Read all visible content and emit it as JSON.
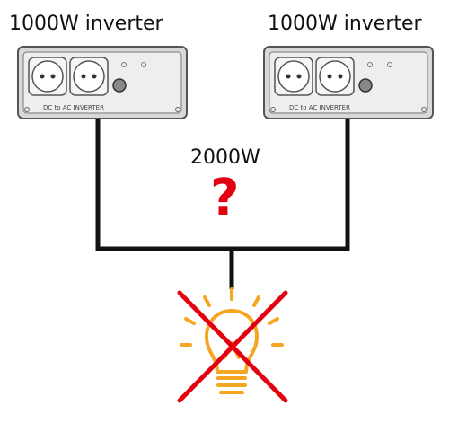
{
  "inverters": [
    {
      "title": "1000W inverter",
      "panel_text": "DC to AC INVERTER"
    },
    {
      "title": "1000W inverter",
      "panel_text": "DC to AC INVERTER"
    }
  ],
  "combined": {
    "label": "2000W",
    "question": "?"
  },
  "icons": {
    "bulb": "light-bulb-icon",
    "cross": "red-x-cross-icon"
  },
  "colors": {
    "wire": "#111111",
    "question": "#e3000f",
    "cross": "#e3000f",
    "bulb": "#f5a623",
    "inverter_body": "#d9d9d9"
  }
}
